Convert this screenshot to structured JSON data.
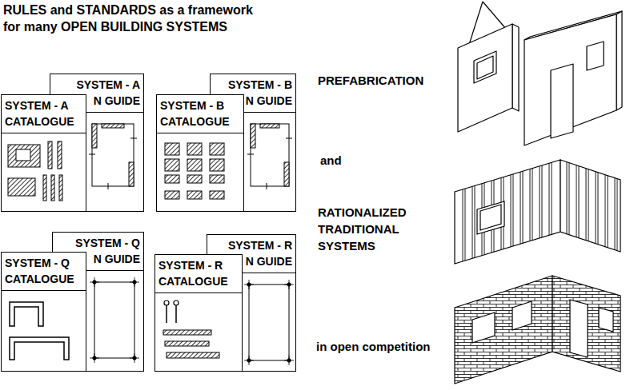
{
  "diagram": {
    "title": "RULES and STANDARDS as a framework for many OPEN BUILDING SYSTEMS",
    "nodes": [
      {
        "text": [
          "SYSTEM - A",
          "N GUIDE"
        ]
      },
      {
        "text": [
          "SYSTEM - A",
          "CATALOGUE"
        ]
      },
      {
        "text": [
          "SYSTEM - B",
          "N GUIDE"
        ]
      },
      {
        "text": [
          "SYSTEM - B",
          "CATALOGUE"
        ]
      },
      {
        "text": [
          "SYSTEM - Q",
          "N GUIDE"
        ]
      },
      {
        "text": [
          "SYSTEM - Q",
          "CATALOGUE"
        ]
      },
      {
        "text": [
          "SYSTEM - R",
          "N GUIDE"
        ]
      },
      {
        "text": [
          "SYSTEM - R",
          "CATALOGUE"
        ]
      }
    ],
    "labels": [
      "PREFABRICATION",
      "and",
      "RATIONALIZED TRADITIONAL SYSTEMS",
      "in open competition"
    ]
  }
}
